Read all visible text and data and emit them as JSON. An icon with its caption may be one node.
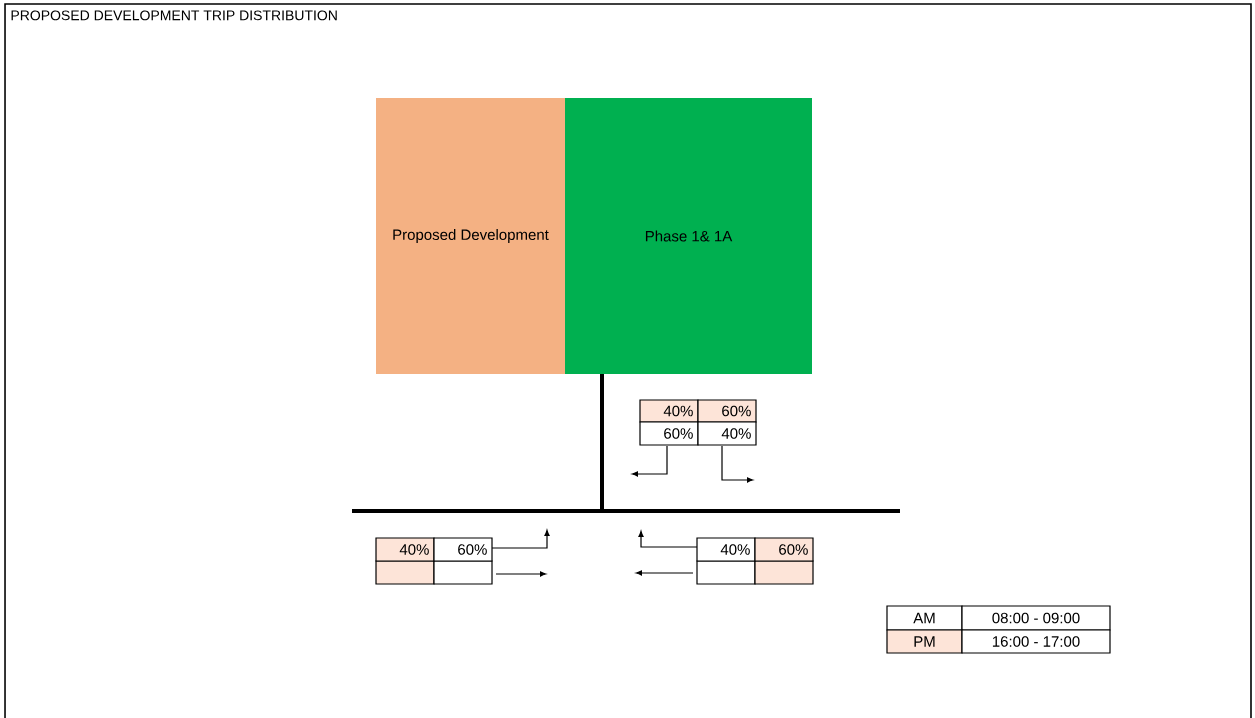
{
  "diagram": {
    "title": "PROPOSED DEVELOPMENT TRIP DISTRIBUTION",
    "nodes": [
      {
        "text": [
          "Proposed Development"
        ]
      },
      {
        "text": [
          "Phase 1& 1A"
        ]
      }
    ],
    "labels": [
      "40%",
      "60%",
      "60%",
      "40%",
      "40%",
      "60%",
      "40%",
      "60%",
      "AM",
      "08:00 - 09:00",
      "PM",
      "16:00 - 17:00"
    ]
  }
}
